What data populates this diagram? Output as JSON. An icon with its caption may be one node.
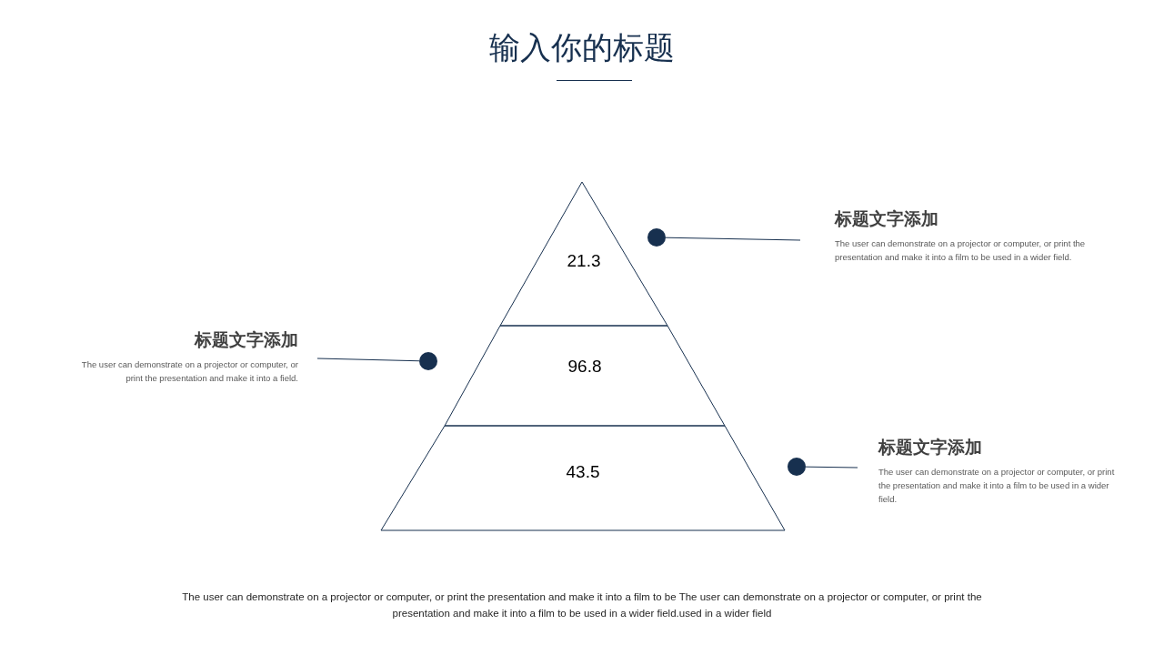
{
  "diagram": {
    "title": "输入你的标题",
    "nodes": [
      {
        "text": [
          "21.3"
        ]
      },
      {
        "text": [
          "96.8"
        ]
      },
      {
        "text": [
          "43.5"
        ]
      },
      {
        "text": [
          "标题文字添加",
          "The user can demonstrate on a projector or computer, or print the presentation and make it into a film to be used in a wider field."
        ]
      },
      {
        "text": [],
        "shape": "circle"
      },
      {
        "text": [
          "标题文字添加",
          "The user can demonstrate on a projector or computer, or print the presentation and make it into a field."
        ]
      },
      {
        "text": [],
        "shape": "circle"
      },
      {
        "text": [
          "标题文字添加",
          "The user can demonstrate on a projector or computer, or print the presentation and make it into a film to be used in a wider field."
        ]
      },
      {
        "text": [],
        "shape": "circle"
      }
    ],
    "edges": [
      {
        "from": 3,
        "to": 4,
        "arrow": "none"
      },
      {
        "from": 5,
        "to": 6,
        "arrow": "none"
      },
      {
        "from": 7,
        "to": 8,
        "arrow": "none"
      }
    ],
    "caption": "The user can demonstrate on a projector or computer, or print the presentation and make it into a film to be The user can demonstrate on a projector or computer, or print the presentation and make it into a film to be used in a wider field.used in a wider field"
  }
}
